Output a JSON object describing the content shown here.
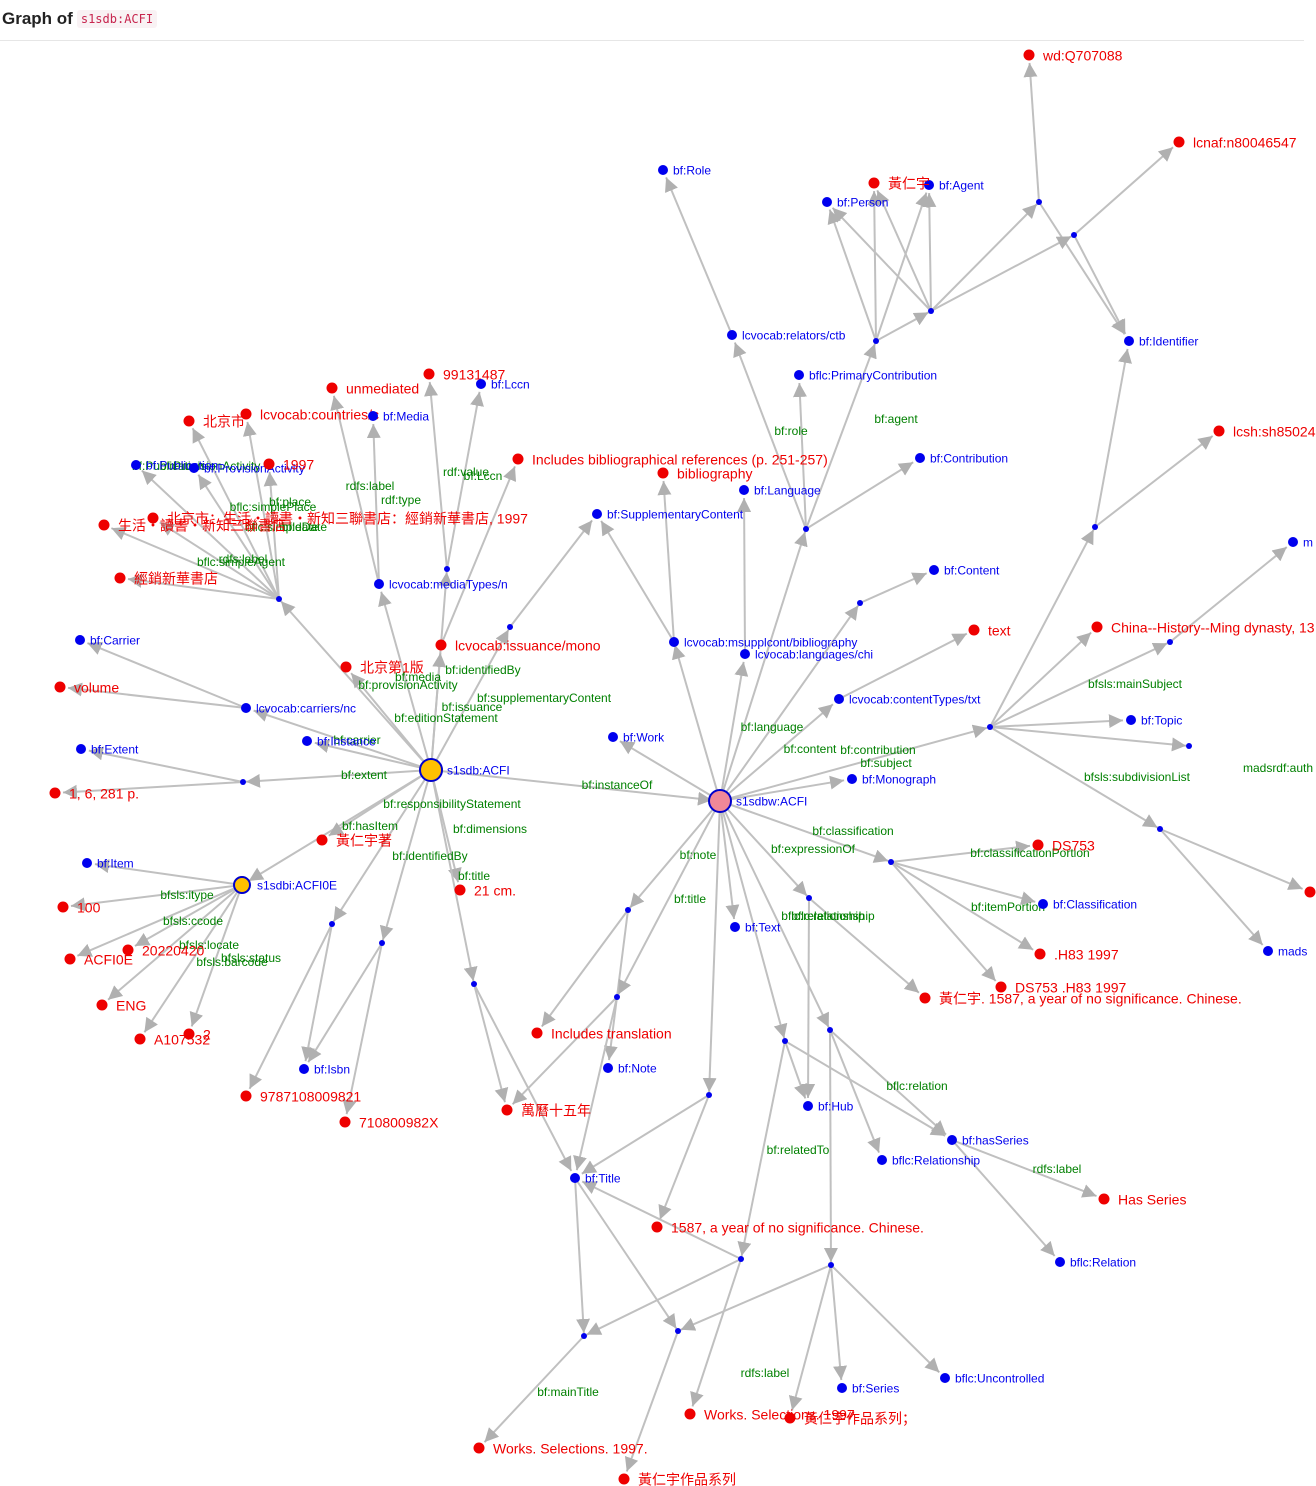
{
  "header": {
    "title_prefix": "Graph of",
    "title_code": "s1sdb:ACFI"
  },
  "colors": {
    "literal": "#ee0000",
    "resource": "#0000ee",
    "edge": "#c0c0c0",
    "edge_label": "#008000",
    "root_fill": "#ffc000",
    "root_stroke": "#0000cc",
    "work_fill": "#f08898"
  },
  "nodes": [
    {
      "id": "acfi",
      "label": "s1sdb:ACFI",
      "kind": "root"
    },
    {
      "id": "work",
      "label": "s1sdbw:ACFI",
      "kind": "work"
    },
    {
      "id": "item",
      "label": "s1sdbi:ACFI0E",
      "kind": "root"
    },
    {
      "id": "n_unmediated",
      "label": "unmediated",
      "kind": "lit"
    },
    {
      "id": "n_99131487",
      "label": "99131487",
      "kind": "lit"
    },
    {
      "id": "n_lccn",
      "label": "bf:Lccn",
      "kind": "res"
    },
    {
      "id": "n_bjs",
      "label": "北京市",
      "kind": "lit"
    },
    {
      "id": "n_countries",
      "label": "lcvocab:countries/c",
      "kind": "lit"
    },
    {
      "id": "n_media",
      "label": "bf:Media",
      "kind": "res"
    },
    {
      "id": "n_pub",
      "label": "bf:Publication",
      "kind": "res"
    },
    {
      "id": "n_provact",
      "label": "bf:ProvisionActivity",
      "kind": "res"
    },
    {
      "id": "n_1997a",
      "label": "1997",
      "kind": "lit"
    },
    {
      "id": "n_biblio_ref",
      "label": "Includes bibliographical references (p. 251-257)",
      "kind": "lit"
    },
    {
      "id": "n_bibliography",
      "label": "bibliography",
      "kind": "lit"
    },
    {
      "id": "n_pubstmt",
      "label": "北京市：生活‧讀書‧新知三聯書店：經銷新華書店, 1997",
      "kind": "lit"
    },
    {
      "id": "n_agent_long",
      "label": "生活‧讀書‧新知三聯書店",
      "kind": "lit"
    },
    {
      "id": "n_xinhua",
      "label": "經銷新華書店",
      "kind": "lit"
    },
    {
      "id": "n_mediatypes",
      "label": "lcvocab:mediaTypes/n",
      "kind": "res"
    },
    {
      "id": "n_issuance",
      "label": "lcvocab:issuance/mono",
      "kind": "lit"
    },
    {
      "id": "n_carrier",
      "label": "bf:Carrier",
      "kind": "res"
    },
    {
      "id": "n_volume",
      "label": "volume",
      "kind": "lit"
    },
    {
      "id": "n_carriers",
      "label": "lcvocab:carriers/nc",
      "kind": "res"
    },
    {
      "id": "n_bj1",
      "label": "北京第1版",
      "kind": "lit"
    },
    {
      "id": "n_instance",
      "label": "bf:Instance",
      "kind": "res"
    },
    {
      "id": "n_extent",
      "label": "bf:Extent",
      "kind": "res"
    },
    {
      "id": "n_pages",
      "label": "1, 6, 281 p.",
      "kind": "lit"
    },
    {
      "id": "n_author_stmt",
      "label": "黃仁宇著",
      "kind": "lit"
    },
    {
      "id": "n_21cm",
      "label": "21 cm.",
      "kind": "lit"
    },
    {
      "id": "n_bfitem",
      "label": "bf:Item",
      "kind": "res"
    },
    {
      "id": "n_100",
      "label": "100",
      "kind": "lit"
    },
    {
      "id": "n_20220420",
      "label": "20220420",
      "kind": "lit"
    },
    {
      "id": "n_acfi0e",
      "label": "ACFI0E",
      "kind": "lit"
    },
    {
      "id": "n_eng",
      "label": "ENG",
      "kind": "lit"
    },
    {
      "id": "n_a10",
      "label": "A107532",
      "kind": "lit"
    },
    {
      "id": "n_2",
      "label": "2",
      "kind": "lit"
    },
    {
      "id": "n_isbn",
      "label": "bf:Isbn",
      "kind": "res"
    },
    {
      "id": "n_isbn1",
      "label": "9787108009821",
      "kind": "lit"
    },
    {
      "id": "n_isbn2",
      "label": "710800982X",
      "kind": "lit"
    },
    {
      "id": "n_wanli",
      "label": "萬曆十五年",
      "kind": "lit"
    },
    {
      "id": "n_inc_trans",
      "label": "Includes translation",
      "kind": "lit"
    },
    {
      "id": "n_note",
      "label": "bf:Note",
      "kind": "res"
    },
    {
      "id": "n_title",
      "label": "bf:Title",
      "kind": "res"
    },
    {
      "id": "n_1587",
      "label": "1587, a year of no significance. Chinese.",
      "kind": "lit"
    },
    {
      "id": "n_ws1997",
      "label": "Works. Selections. 1997.",
      "kind": "lit"
    },
    {
      "id": "n_ws1997b",
      "label": "Works. Selections. 1997",
      "kind": "lit"
    },
    {
      "id": "n_zuopin",
      "label": "黃仁宇作品系列；",
      "kind": "lit"
    },
    {
      "id": "n_zuopin2",
      "label": "黃仁宇作品系列",
      "kind": "lit"
    },
    {
      "id": "n_series",
      "label": "bf:Series",
      "kind": "res"
    },
    {
      "id": "n_uncontrolled",
      "label": "bflc:Uncontrolled",
      "kind": "res"
    },
    {
      "id": "n_hub",
      "label": "bf:Hub",
      "kind": "res"
    },
    {
      "id": "n_hasseries",
      "label": "bf:hasSeries",
      "kind": "res"
    },
    {
      "id": "n_relationship",
      "label": "bflc:Relationship",
      "kind": "res"
    },
    {
      "id": "n_relation",
      "label": "bflc:Relation",
      "kind": "res"
    },
    {
      "id": "n_hasseries_lit",
      "label": "Has Series",
      "kind": "lit"
    },
    {
      "id": "n_suppcontent",
      "label": "bf:SupplementaryContent",
      "kind": "res"
    },
    {
      "id": "n_msupp",
      "label": "lcvocab:msupplcont/bibliography",
      "kind": "res"
    },
    {
      "id": "n_language",
      "label": "bf:Language",
      "kind": "res"
    },
    {
      "id": "n_langchi",
      "label": "lcvocab:languages/chi",
      "kind": "res"
    },
    {
      "id": "n_bfwork",
      "label": "bf:Work",
      "kind": "res"
    },
    {
      "id": "n_bftext",
      "label": "bf:Text",
      "kind": "res"
    },
    {
      "id": "n_role",
      "label": "bf:Role",
      "kind": "res"
    },
    {
      "id": "n_relators",
      "label": "lcvocab:relators/ctb",
      "kind": "res"
    },
    {
      "id": "n_primcontrib",
      "label": "bflc:PrimaryContribution",
      "kind": "res"
    },
    {
      "id": "n_contribution",
      "label": "bf:Contribution",
      "kind": "res"
    },
    {
      "id": "n_content",
      "label": "bf:Content",
      "kind": "res"
    },
    {
      "id": "n_text",
      "label": "text",
      "kind": "lit"
    },
    {
      "id": "n_contenttypes",
      "label": "lcvocab:contentTypes/txt",
      "kind": "res"
    },
    {
      "id": "n_monograph",
      "label": "bf:Monograph",
      "kind": "res"
    },
    {
      "id": "n_person",
      "label": "bf:Person",
      "kind": "res"
    },
    {
      "id": "n_agent",
      "label": "bf:Agent",
      "kind": "res"
    },
    {
      "id": "n_hry",
      "label": "黃仁宇",
      "kind": "lit"
    },
    {
      "id": "n_wd",
      "label": "wd:Q707088",
      "kind": "lit"
    },
    {
      "id": "n_lcnaf",
      "label": "lcnaf:n80046547",
      "kind": "lit"
    },
    {
      "id": "n_identifier",
      "label": "bf:Identifier",
      "kind": "res"
    },
    {
      "id": "n_lcsh",
      "label": "lcsh:sh85024",
      "kind": "lit"
    },
    {
      "id": "n_china",
      "label": "China--History--Ming dynasty, 13",
      "kind": "lit"
    },
    {
      "id": "n_topic",
      "label": "bf:Topic",
      "kind": "res"
    },
    {
      "id": "n_m",
      "label": "m",
      "kind": "res"
    },
    {
      "id": "n_mads",
      "label": "mads",
      "kind": "res"
    },
    {
      "id": "n_madsauth_dot",
      "label": "",
      "kind": "lit"
    },
    {
      "id": "n_ds753",
      "label": "DS753",
      "kind": "lit"
    },
    {
      "id": "n_classification",
      "label": "bf:Classification",
      "kind": "res"
    },
    {
      "id": "n_h83",
      "label": ".H83 1997",
      "kind": "lit"
    },
    {
      "id": "n_ds753h83",
      "label": "DS753 .H83 1997",
      "kind": "lit"
    },
    {
      "id": "n_hry1587",
      "label": "黃仁宇. 1587, a year of no significance. Chinese.",
      "kind": "lit"
    }
  ],
  "edge_labels": [
    "rdfs:label",
    "rdf:value",
    "bf:Lccn",
    "rdf:type",
    "bf:Publication",
    "bf:ProvisionActivity",
    "bflc:simplePlace",
    "bf:place",
    "bflc:simpleDate",
    "bf:date",
    "bflc:simpleAgent",
    "rdfs:label",
    "bf:media",
    "bf:identifiedBy",
    "bf:provisionActivity",
    "bf:issuance",
    "bf:editionStatement",
    "bf:supplementaryContent",
    "bf:carrier",
    "bf:extent",
    "bf:instanceOf",
    "bf:responsibilityStatement",
    "bf:hasItem",
    "bf:dimensions",
    "bf:identifiedBy",
    "bf:title",
    "bfsls:itype",
    "bfsls:ccode",
    "bfsls:locate",
    "bfsls:status",
    "bfsls:barcode",
    "bf:note",
    "bf:title",
    "bf:classification",
    "bf:expressionOf",
    "bf:subject",
    "bf:content",
    "bf:contribution",
    "bf:language",
    "bf:role",
    "bf:agent",
    "bfsls:mainSubject",
    "bfsls:subdivisionList",
    "madsrdf:auth",
    "bf:classificationPortion",
    "bf:itemPortion",
    "bflc:relationship",
    "bflc:relation",
    "bf:relatedTo",
    "bf:mainTitle",
    "rdfs:label",
    "bflc:relationship",
    "rdfs:label"
  ]
}
